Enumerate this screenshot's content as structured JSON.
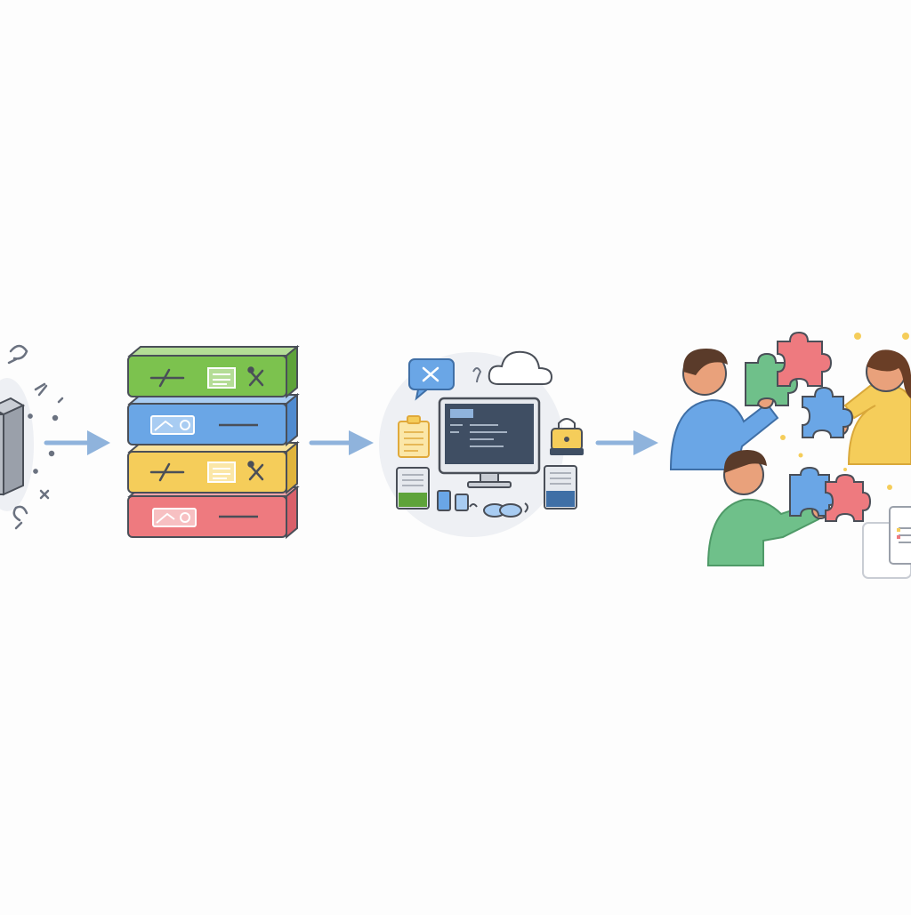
{
  "diagram": {
    "type": "process-flow",
    "stages": [
      {
        "id": "stage-raw-block",
        "icon": "gray-cube-with-scattered-parts-icon"
      },
      {
        "id": "stage-layer-stack",
        "icon": "colored-stack-of-layers-icon"
      },
      {
        "id": "stage-system",
        "icon": "computer-with-devices-icon"
      },
      {
        "id": "stage-collaboration",
        "icon": "people-assembling-puzzle-icon"
      }
    ],
    "connectors": [
      {
        "from": "stage-raw-block",
        "to": "stage-layer-stack"
      },
      {
        "from": "stage-layer-stack",
        "to": "stage-system"
      },
      {
        "from": "stage-system",
        "to": "stage-collaboration"
      }
    ],
    "layers": [
      {
        "name": "green-layer",
        "color": "#7cc24e"
      },
      {
        "name": "blue-layer",
        "color": "#6aa6e6"
      },
      {
        "name": "yellow-layer",
        "color": "#f5cd5a"
      },
      {
        "name": "red-layer",
        "color": "#ee7a7f"
      }
    ],
    "colors": {
      "arrow": "#8fb3dc",
      "outline": "#4a4f58",
      "green": "#7cc24e",
      "blue": "#6aa6e6",
      "yellow": "#f5cd5a",
      "red": "#ee7a7f",
      "backdrop": "#eef0f4"
    }
  }
}
